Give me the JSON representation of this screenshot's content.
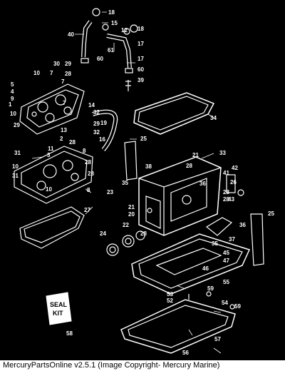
{
  "caption": "MercuryPartsOnline v2.5.1 (Image Copyright- Mercury Marine)",
  "seal_kit": {
    "line1": "SEAL",
    "line2": "KIT"
  },
  "callouts": [
    {
      "id": "c18a",
      "text": "18"
    },
    {
      "id": "c15",
      "text": "15"
    },
    {
      "id": "c12",
      "text": "12"
    },
    {
      "id": "c18b",
      "text": "18"
    },
    {
      "id": "c40",
      "text": "40"
    },
    {
      "id": "c61",
      "text": "61"
    },
    {
      "id": "c17a",
      "text": "17"
    },
    {
      "id": "c60a",
      "text": "60"
    },
    {
      "id": "c17b",
      "text": "17"
    },
    {
      "id": "c30",
      "text": "30"
    },
    {
      "id": "c29a",
      "text": "29"
    },
    {
      "id": "c10a",
      "text": "10"
    },
    {
      "id": "c7a",
      "text": "7"
    },
    {
      "id": "c28a",
      "text": "28"
    },
    {
      "id": "c60b",
      "text": "60"
    },
    {
      "id": "c5",
      "text": "5"
    },
    {
      "id": "c4",
      "text": "4"
    },
    {
      "id": "c7b",
      "text": "7"
    },
    {
      "id": "c39",
      "text": "39"
    },
    {
      "id": "c9",
      "text": "9"
    },
    {
      "id": "c1",
      "text": "1"
    },
    {
      "id": "c7c",
      "text": "7"
    },
    {
      "id": "c14",
      "text": "14"
    },
    {
      "id": "c19",
      "text": "19"
    },
    {
      "id": "c34",
      "text": "34"
    },
    {
      "id": "c10b",
      "text": "10"
    },
    {
      "id": "c32a",
      "text": "32"
    },
    {
      "id": "c29b",
      "text": "29"
    },
    {
      "id": "c29c",
      "text": "29"
    },
    {
      "id": "c13",
      "text": "13"
    },
    {
      "id": "c32b",
      "text": "32"
    },
    {
      "id": "c16",
      "text": "16"
    },
    {
      "id": "c25a",
      "text": "25"
    },
    {
      "id": "c2",
      "text": "2"
    },
    {
      "id": "c28b",
      "text": "28"
    },
    {
      "id": "c8a",
      "text": "8"
    },
    {
      "id": "c11",
      "text": "11"
    },
    {
      "id": "c3",
      "text": "3"
    },
    {
      "id": "c31a",
      "text": "31"
    },
    {
      "id": "c28c",
      "text": "28"
    },
    {
      "id": "c21",
      "text": "21"
    },
    {
      "id": "c33",
      "text": "33"
    },
    {
      "id": "c10c",
      "text": "10"
    },
    {
      "id": "c28d",
      "text": "28"
    },
    {
      "id": "c28e",
      "text": "28"
    },
    {
      "id": "c38",
      "text": "38"
    },
    {
      "id": "c42",
      "text": "42"
    },
    {
      "id": "c41",
      "text": "41"
    },
    {
      "id": "c31b",
      "text": "31"
    },
    {
      "id": "c10d",
      "text": "10"
    },
    {
      "id": "c8b",
      "text": "8"
    },
    {
      "id": "c23",
      "text": "23"
    },
    {
      "id": "c35a",
      "text": "35"
    },
    {
      "id": "c28f",
      "text": "28"
    },
    {
      "id": "c36",
      "text": "36"
    },
    {
      "id": "c26",
      "text": "26"
    },
    {
      "id": "c28g",
      "text": "28"
    },
    {
      "id": "c43",
      "text": "43"
    },
    {
      "id": "c27",
      "text": "27"
    },
    {
      "id": "c21b",
      "text": "21"
    },
    {
      "id": "c20",
      "text": "20"
    },
    {
      "id": "c25b",
      "text": "25"
    },
    {
      "id": "c22",
      "text": "22"
    },
    {
      "id": "c28h",
      "text": "28"
    },
    {
      "id": "c24",
      "text": "24"
    },
    {
      "id": "c36b",
      "text": "36"
    },
    {
      "id": "c37",
      "text": "37"
    },
    {
      "id": "c35b",
      "text": "35"
    },
    {
      "id": "c45",
      "text": "45"
    },
    {
      "id": "c47",
      "text": "47"
    },
    {
      "id": "c46",
      "text": "46"
    },
    {
      "id": "c55",
      "text": "55"
    },
    {
      "id": "c59a",
      "text": "59"
    },
    {
      "id": "c53",
      "text": "53"
    },
    {
      "id": "c52",
      "text": "52"
    },
    {
      "id": "c54",
      "text": "54"
    },
    {
      "id": "c59b",
      "text": "59"
    },
    {
      "id": "c58",
      "text": "58"
    },
    {
      "id": "c57",
      "text": "57"
    },
    {
      "id": "c56",
      "text": "56"
    }
  ]
}
